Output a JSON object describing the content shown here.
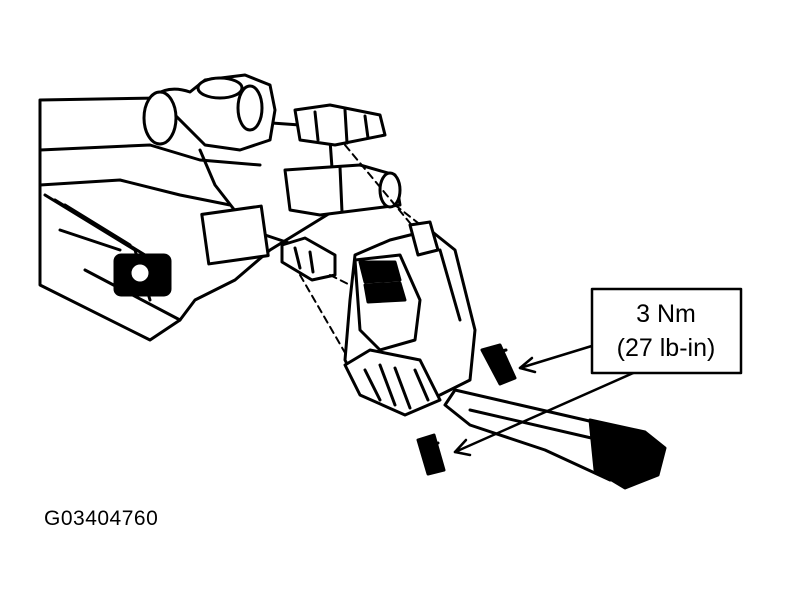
{
  "callout": {
    "torque_nm": "3 Nm",
    "torque_lbin": "(27 lb-in)"
  },
  "figure_id": "G03404760",
  "colors": {
    "ink": "#000000",
    "paper": "#ffffff"
  },
  "parts": [
    "steering-column",
    "multifunction-switch",
    "switch-lever",
    "electrical-connector",
    "screw"
  ]
}
